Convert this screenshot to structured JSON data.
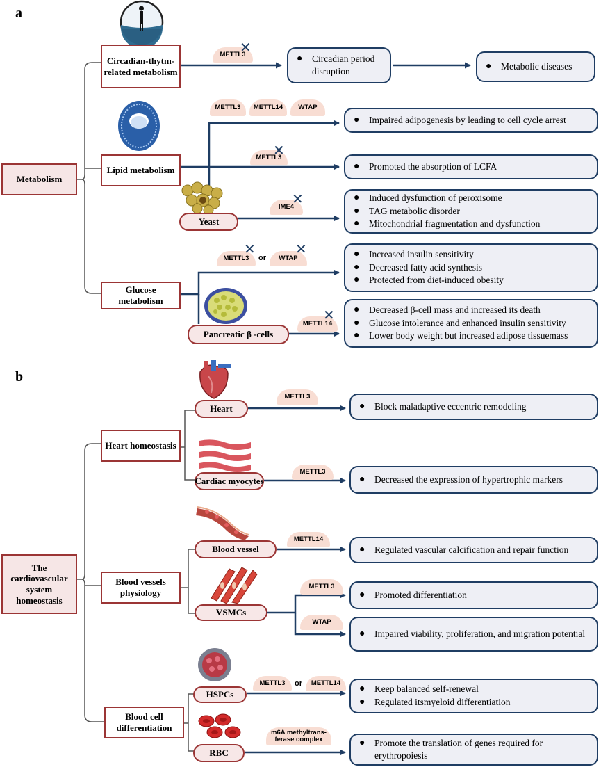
{
  "panels": {
    "a": "a",
    "b": "b"
  },
  "colors": {
    "frame": "#9b3535",
    "arrow": "#1f3d63",
    "outcome_fill": "#eeeff5",
    "tag_fill": "#f8ddd3"
  },
  "panel_a": {
    "root": "Metabolism",
    "circadian": {
      "label": "Circadian-thytm-related metabolism",
      "tag": "METTL3",
      "mid_outcome": "Circadian period disruption",
      "final_outcome": "Metabolic diseases"
    },
    "lipid": {
      "label": "Lipid metabolism",
      "tags": [
        "METTL3",
        "METTL14",
        "WTAP"
      ],
      "outcome1": "Impaired adipogenesis by leading to cell cycle arrest",
      "tag2": "METTL3",
      "outcome2": "Promoted the absorption of  LCFA",
      "yeast": {
        "label": "Yeast",
        "tag": "IME4",
        "outcomes": [
          "Induced dysfunction of peroxisome",
          "TAG metabolic disorder",
          "Mitochondrial fragmentation and dysfunction"
        ]
      }
    },
    "glucose": {
      "label": "Glucose metabolism",
      "tag1": "METTL3",
      "or": "or",
      "tag2": "WTAP",
      "outcomes": [
        "Increased insulin sensitivity",
        "Decreased fatty acid synthesis",
        "Protected from diet-induced obesity"
      ],
      "beta": {
        "label": "Pancreatic β -cells",
        "tag": "METTL14",
        "outcomes": [
          "Decreased β-cell mass and increased its death",
          "Glucose intolerance and enhanced insulin sensitivity",
          "Lower body weight but increased adipose tissuemass"
        ]
      }
    }
  },
  "panel_b": {
    "root": "The cardiovascular system homeostasis",
    "heart": {
      "label": "Heart homeostasis",
      "heart_node": {
        "label": "Heart",
        "tag": "METTL3",
        "outcome": "Block maladaptive eccentric remodeling"
      },
      "cm_node": {
        "label": "Cardiac myocytes",
        "tag": "METTL3",
        "outcome": "Decreased the expression of hypertrophic markers"
      }
    },
    "vessels": {
      "label": "Blood vessels physiology",
      "bv_node": {
        "label": "Blood vessel",
        "tag": "METTL14",
        "outcome": "Regulated vascular calcification and repair function"
      },
      "vsmc_node": {
        "label": "VSMCs",
        "tag1": "METTL3",
        "outcome1": "Promoted differentiation",
        "tag2": "WTAP",
        "outcome2": "Impaired  viability, proliferation, and migration potential"
      }
    },
    "blood": {
      "label": "Blood cell differentiation",
      "hspc_node": {
        "label": "HSPCs",
        "tag1": "METTL3",
        "or": "or",
        "tag2": "METTL14",
        "outcomes": [
          "Keep balanced self-renewal",
          "Regulated itsmyeloid differentiation"
        ]
      },
      "rbc_node": {
        "label": "RBC",
        "tag": "m6A methyltrans-ferase complex",
        "outcome": "Promote the translation of genes required for erythropoiesis"
      }
    }
  },
  "bullet": "●",
  "x_mark": "✕",
  "icons": [
    "clock-person-icon",
    "lipid-droplet-icon",
    "yeast-cells-icon",
    "beta-cell-islet-icon",
    "heart-organ-icon",
    "cardiac-myocytes-icon",
    "blood-vessel-icon",
    "vsmc-icon",
    "hspc-icon",
    "red-blood-cells-icon"
  ]
}
